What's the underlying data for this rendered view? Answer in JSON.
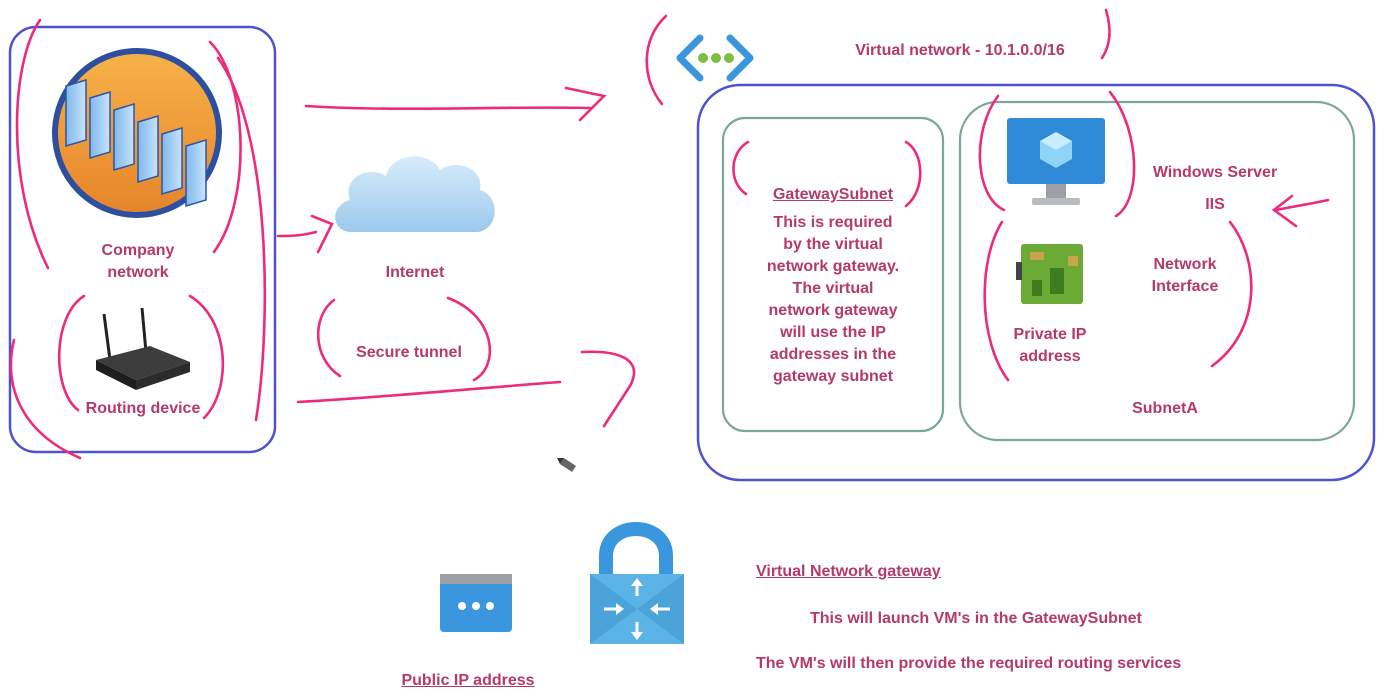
{
  "company": {
    "label": "Company\nnetwork",
    "router_label": "Routing device"
  },
  "internet": {
    "label": "Internet",
    "tunnel_label": "Secure tunnel"
  },
  "vnet": {
    "title": "Virtual network - 10.1.0.0/16",
    "gateway_subnet": {
      "title": "GatewaySubnet",
      "description": "This is required\nby the virtual\nnetwork gateway.\nThe virtual\nnetwork gateway\nwill use the IP\naddresses in the\ngateway subnet"
    },
    "subnet_a": {
      "label": "SubnetA",
      "vm_label": "Windows Server",
      "iis_label": "IIS",
      "nic_label": "Network\nInterface",
      "private_ip_label": "Private IP\naddress"
    }
  },
  "legend": {
    "public_ip_label": "Public IP address",
    "gateway_title": "Virtual Network gateway",
    "gateway_line1": "This will launch VM's in the GatewaySubnet",
    "gateway_line2": "The VM's will then provide the required routing services"
  },
  "colors": {
    "label": "#b5396a",
    "annotation": "#ee2a7b",
    "box_blue": "#4f52cf",
    "box_teal": "#7aa79a",
    "azure": "#3a96dd"
  }
}
